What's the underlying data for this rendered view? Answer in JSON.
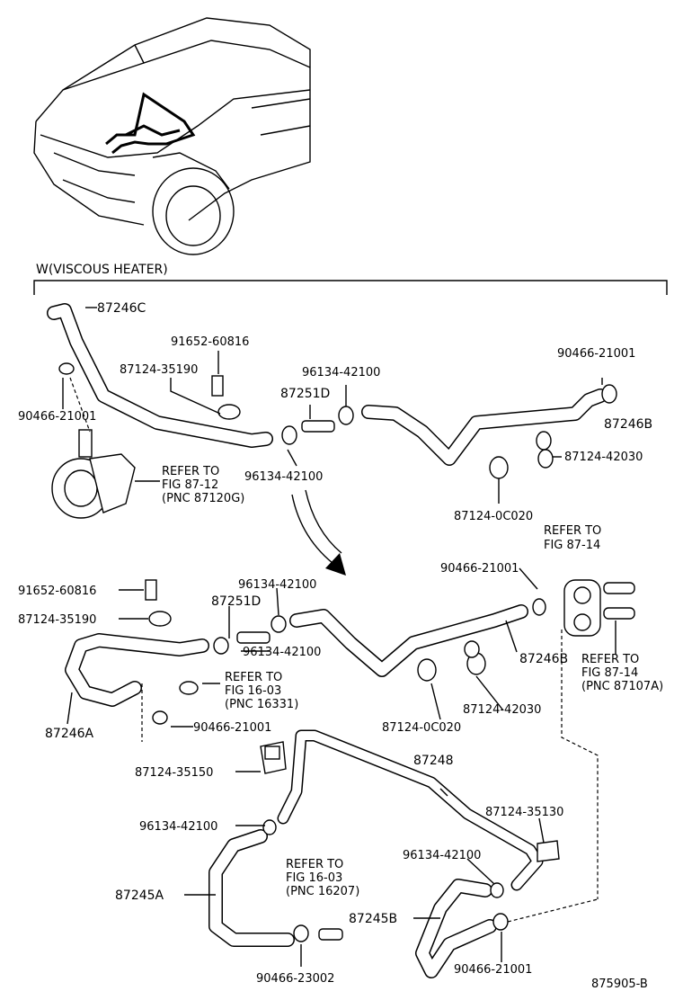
{
  "section_title": "W(VISCOUS HEATER)",
  "figure_id": "875905-B",
  "labels": {
    "h87246C": "87246C",
    "c91652_top": "91652-60816",
    "c87124_35190_top": "87124-35190",
    "c90466_left_top": "90466-21001",
    "refer_top": [
      "REFER TO",
      "FIG 87-12",
      "(PNC 87120G)"
    ],
    "c96134_top_a": "96134-42100",
    "p87251D_top": "87251D",
    "c96134_top_b": "96134-42100",
    "c90466_right_top": "90466-21001",
    "h87246B_top": "87246B",
    "c87124_42030_top": "87124-42030",
    "c87124_0C020_top": "87124-0C020",
    "refer_8714_top": [
      "REFER TO",
      "FIG 87-14"
    ],
    "c90466_mid": "90466-21001",
    "c91652_mid": "91652-60816",
    "c87124_35190_mid": "87124-35190",
    "c96134_mid_a": "96134-42100",
    "p87251D_mid": "87251D",
    "c96134_mid_b": "96134-42100",
    "h87246B_mid": "87246B",
    "refer_8714_right": [
      "REFER TO",
      "FIG 87-14",
      "(PNC 87107A)"
    ],
    "refer_1603_a": [
      "REFER TO",
      "FIG 16-03",
      "(PNC 16331)"
    ],
    "h87246A": "87246A",
    "c90466_left_mid": "90466-21001",
    "c87124_0C020_mid": "87124-0C020",
    "c87124_42030_mid": "87124-42030",
    "c87124_35150": "87124-35150",
    "h87248": "87248",
    "c87124_35130": "87124-35130",
    "c96134_low_left": "96134-42100",
    "c96134_low_right": "96134-42100",
    "refer_1603_b": [
      "REFER TO",
      "FIG 16-03",
      "(PNC 16207)"
    ],
    "h87245A": "87245A",
    "h87245B": "87245B",
    "c90466_23002": "90466-23002",
    "c90466_bottom": "90466-21001"
  }
}
